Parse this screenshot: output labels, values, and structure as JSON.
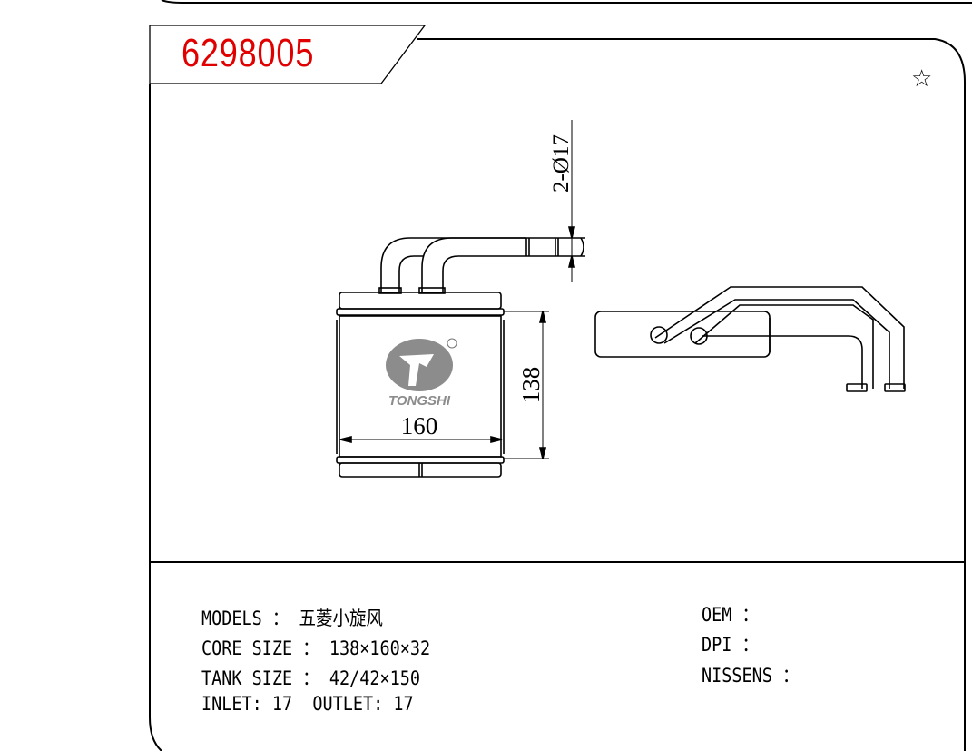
{
  "part_number": "6298005",
  "star_icon": "star-outline-icon",
  "drawing": {
    "pipe_dim": "2-Ø17",
    "height_dim": "138",
    "width_dim": "160",
    "logo": {
      "brand": "TONGSHI",
      "registered": "®",
      "color": "#8c8c8c"
    }
  },
  "specs": {
    "models_label": "MODELS ：",
    "models_value": "五菱小旋风",
    "core_label": "CORE SIZE ：",
    "core_value": "138×160×32",
    "tank_label": "TANK SIZE ：",
    "tank_value": "42/42×150",
    "inlet_outlet": "INLET: 17  OUTLET: 17",
    "oem": "OEM ：",
    "dpi": "DPI ：",
    "nissens": "NISSENS ："
  },
  "colors": {
    "part_number": "#e00000"
  }
}
